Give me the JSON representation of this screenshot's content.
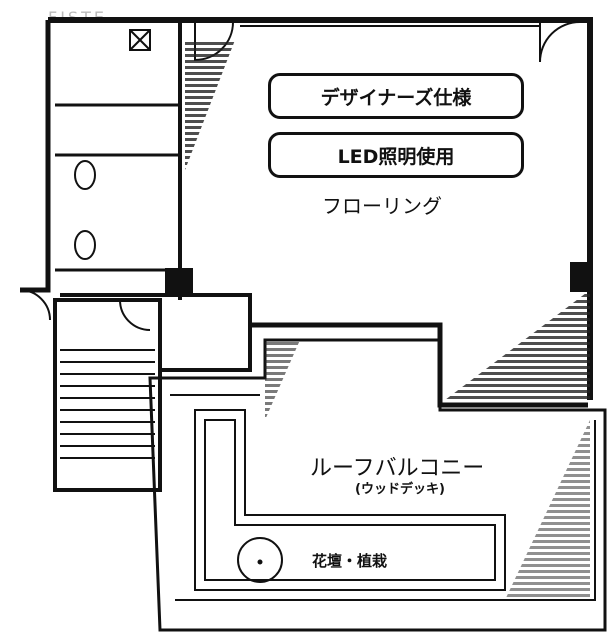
{
  "watermark": "FISTE",
  "features": {
    "designers": "デザイナーズ仕様",
    "led": "LED照明使用"
  },
  "rooms": {
    "main": "フローリング",
    "balcony": "ルーフバルコニー",
    "balcony_note": "(ウッドデッキ)",
    "planter": "花壇・植栽"
  }
}
